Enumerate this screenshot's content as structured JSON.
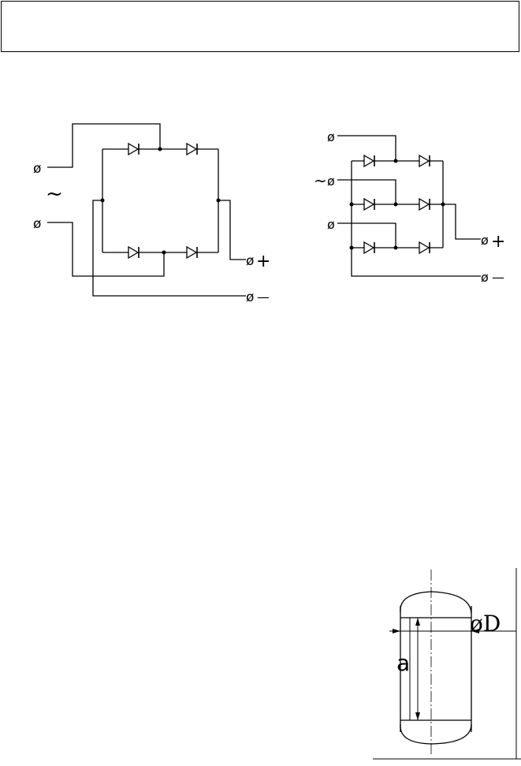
{
  "diagram_left": {
    "terminal_symbol": "ø",
    "ac_symbol": "~",
    "plus_symbol": "+",
    "minus_symbol": "—"
  },
  "diagram_right": {
    "terminal_symbol": "ø",
    "ac_symbol": "~",
    "plus_symbol": "+",
    "minus_symbol": "—"
  },
  "vessel": {
    "diameter_label": "øD",
    "height_label": "a"
  }
}
